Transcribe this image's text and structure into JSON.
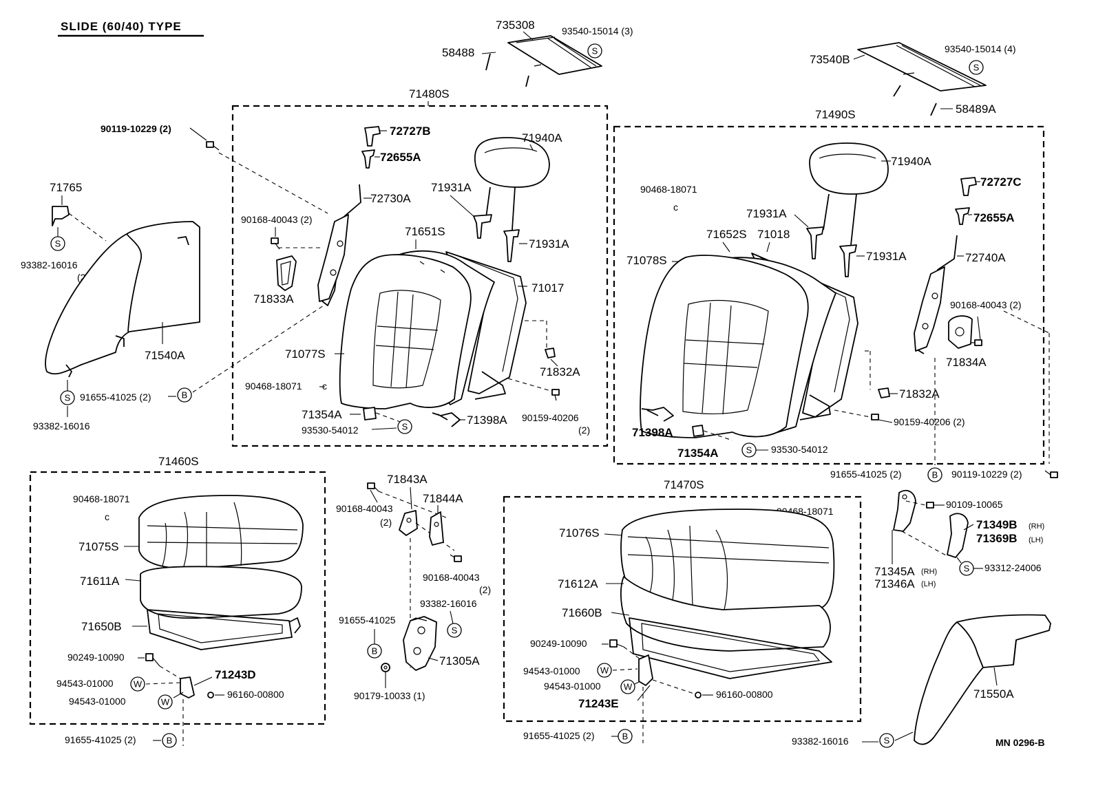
{
  "title": "SLIDE (60/40) TYPE",
  "diagram_code": "MN 0296-B",
  "groups": {
    "g71480": "71480S",
    "g71490": "71490S",
    "g71460": "71460S",
    "g71470": "71470S"
  },
  "labels": {
    "l735308": "735308",
    "l93540_3": "93540-15014 (3)",
    "l58488": "58488",
    "l73540B": "73540B",
    "l93540_4": "93540-15014 (4)",
    "l58489A": "58489A",
    "l90119a": "90119-10229 (2)",
    "l71765": "71765",
    "l93382a": "93382-16016",
    "l93382a2": "(2)",
    "l71540A": "71540A",
    "l91655a": "91655-41025 (2)",
    "l93382b": "93382-16016",
    "l72727B": "72727B",
    "l72655A1": "72655A",
    "l71940A1": "71940A",
    "l72730A": "72730A",
    "l71931A1": "71931A",
    "l71931A2": "71931A",
    "l90168a": "90168-40043 (2)",
    "l71651S": "71651S",
    "l71017": "71017",
    "l71833A": "71833A",
    "l71077S": "71077S",
    "l71832A1": "71832A",
    "l90468a": "90468-18071",
    "l90159a": "90159-40206",
    "l90159a2": "(2)",
    "l71354A1": "71354A",
    "l71398A1": "71398A",
    "l93530a": "93530-54012",
    "l90468b": "90468-18071",
    "l71940A2": "71940A",
    "l72727C": "72727C",
    "l71931A3": "71931A",
    "l72655A2": "72655A",
    "l71652S": "71652S",
    "l71018": "71018",
    "l71078S": "71078S",
    "l71931A4": "71931A",
    "l72740A": "72740A",
    "l90168b": "90168-40043 (2)",
    "l71834A": "71834A",
    "l71832A2": "71832A",
    "l90159b": "90159-40206 (2)",
    "l71398A2": "71398A",
    "l71354A2": "71354A",
    "l93530b": "93530-54012",
    "l91655b": "91655-41025 (2)",
    "l90119b": "90119-10229 (2)",
    "l90468c": "90468-18071",
    "l71075S": "71075S",
    "l71611A": "71611A",
    "l71650B": "71650B",
    "l90249a": "90249-10090",
    "l71243D": "71243D",
    "l94543a": "94543-01000",
    "l94543b": "94543-01000",
    "l96160a": "96160-00800",
    "l91655c": "91655-41025 (2)",
    "l71843A": "71843A",
    "l71844A": "71844A",
    "l90168c": "90168-40043",
    "l90168c2": "(2)",
    "l90168d": "90168-40043",
    "l90168d2": "(2)",
    "l93382c": "93382-16016",
    "l91655d": "91655-41025",
    "l71305A": "71305A",
    "l90179": "90179-10033 (1)",
    "l90468d": "90468-18071",
    "l71076S": "71076S",
    "l71612A": "71612A",
    "l71660B": "71660B",
    "l90249b": "90249-10090",
    "l94543c": "94543-01000",
    "l94543d": "94543-01000",
    "l71243E": "71243E",
    "l96160b": "96160-00800",
    "l91655e": "91655-41025 (2)",
    "l90109": "90109-10065",
    "l71349B": "71349B",
    "l71349Bs": "(RH)",
    "l71369B": "71369B",
    "l71369Bs": "(LH)",
    "l71345A": "71345A",
    "l71345As": "(RH)",
    "l71346A": "71346A",
    "l71346As": "(LH)",
    "l93312": "93312-24006",
    "l71550A": "71550A",
    "l93382d": "93382-16016"
  },
  "symbols": {
    "s": "S",
    "b": "B",
    "w": "W"
  }
}
